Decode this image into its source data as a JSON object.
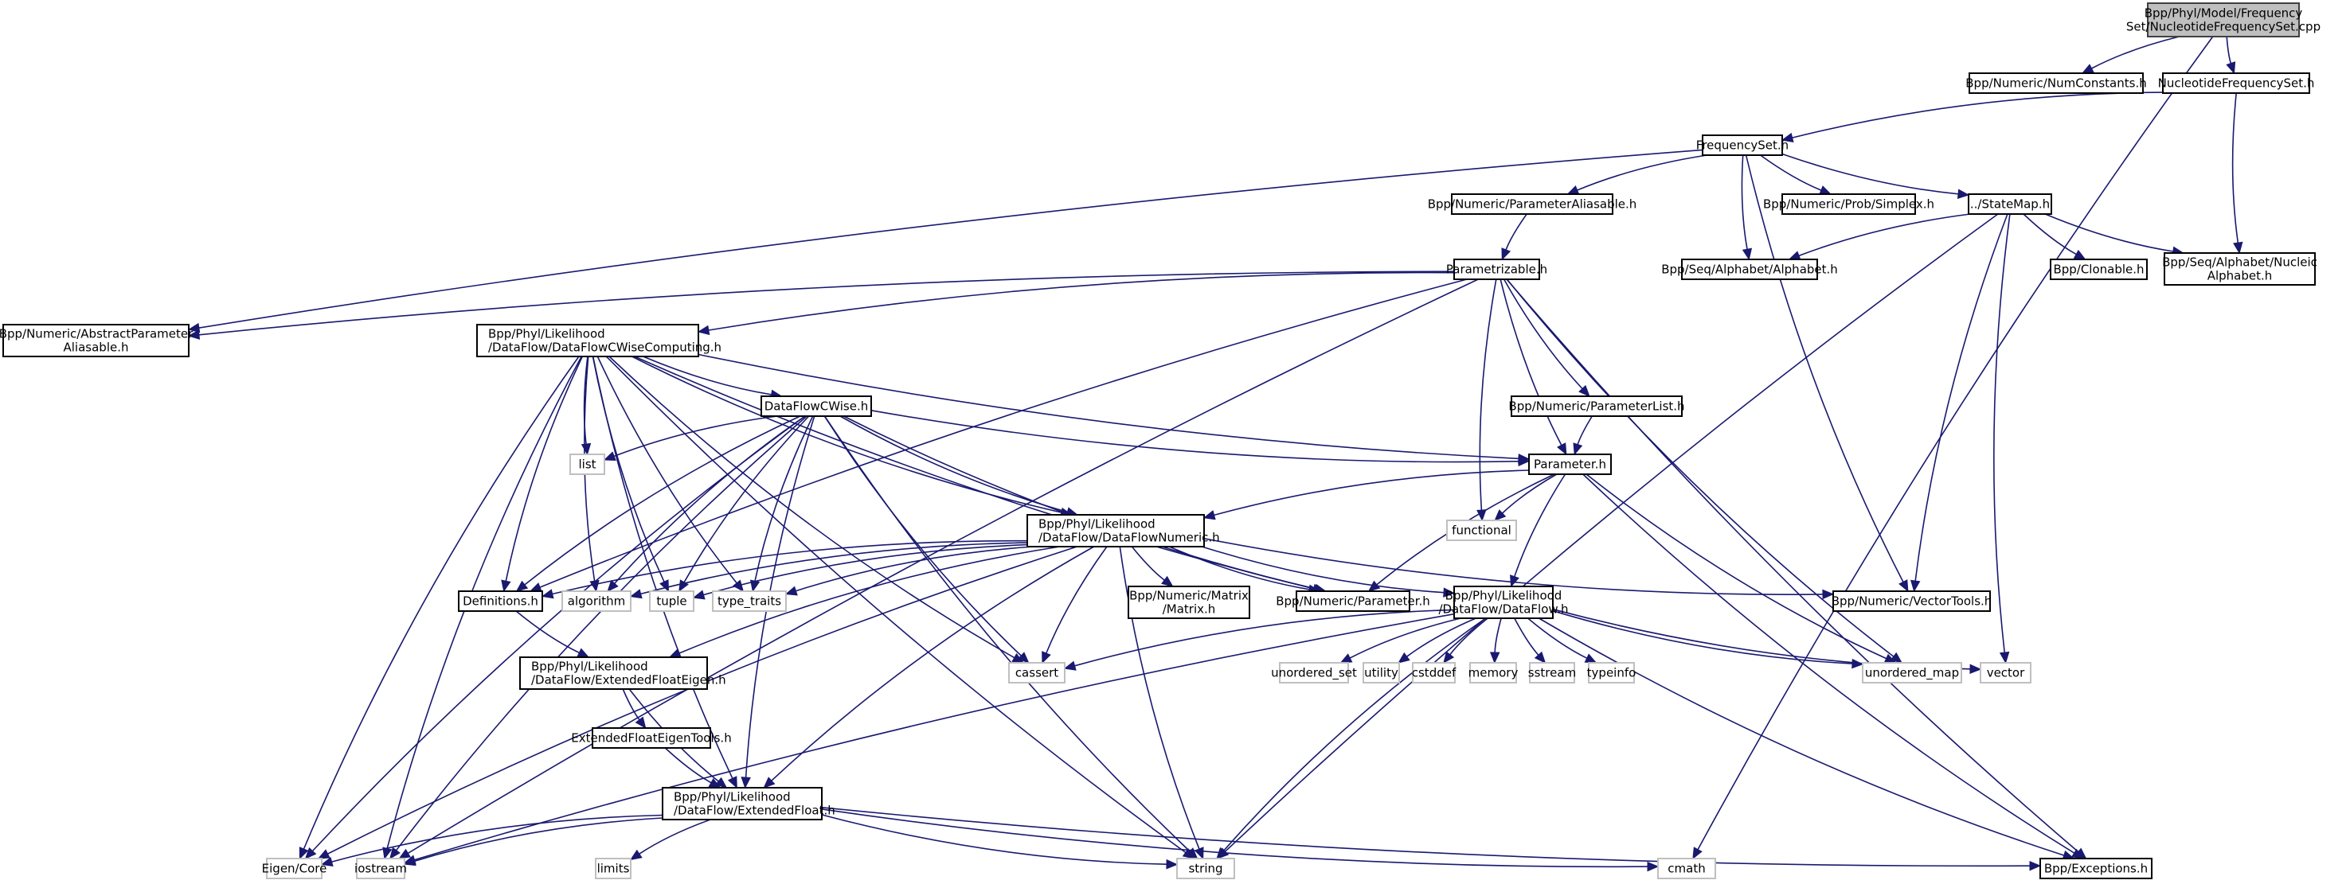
{
  "title": "Include dependency graph for NucleotideFrequencySet.cpp",
  "colors": {
    "edge": "#191970",
    "main_fill": "#bfbfbf",
    "node_border": "#000000",
    "system_border": "#bfbfbf"
  },
  "nodes": [
    {
      "id": "root",
      "kind": "main",
      "label": [
        "Bpp/Phyl/Model/Frequency",
        "Set/NucleotideFrequencySet.cpp"
      ]
    },
    {
      "id": "numconstants",
      "kind": "local",
      "label": [
        "Bpp/Numeric/NumConstants.h"
      ]
    },
    {
      "id": "nucfreqset",
      "kind": "local",
      "label": [
        "NucleotideFrequencySet.h"
      ]
    },
    {
      "id": "freqset",
      "kind": "local",
      "label": [
        "FrequencySet.h"
      ]
    },
    {
      "id": "paramaliasable",
      "kind": "local",
      "label": [
        "Bpp/Numeric/ParameterAliasable.h"
      ]
    },
    {
      "id": "simplex",
      "kind": "local",
      "label": [
        "Bpp/Numeric/Prob/Simplex.h"
      ]
    },
    {
      "id": "statemap",
      "kind": "local",
      "label": [
        "../StateMap.h"
      ]
    },
    {
      "id": "parametrizable",
      "kind": "local",
      "label": [
        "Parametrizable.h"
      ]
    },
    {
      "id": "alphabet",
      "kind": "local",
      "label": [
        "Bpp/Seq/Alphabet/Alphabet.h"
      ]
    },
    {
      "id": "clonable",
      "kind": "local",
      "label": [
        "Bpp/Clonable.h"
      ]
    },
    {
      "id": "nucalphabet",
      "kind": "local",
      "label": [
        "Bpp/Seq/Alphabet/Nucleic",
        "Alphabet.h"
      ]
    },
    {
      "id": "absparamaliasable",
      "kind": "local",
      "label": [
        "Bpp/Numeric/AbstractParameter",
        "Aliasable.h"
      ]
    },
    {
      "id": "dfcwisecomputing",
      "kind": "local",
      "label": [
        "Bpp/Phyl/Likelihood",
        "/DataFlow/DataFlowCWiseComputing.h"
      ]
    },
    {
      "id": "dfcwise",
      "kind": "local",
      "label": [
        "DataFlowCWise.h"
      ]
    },
    {
      "id": "list",
      "kind": "system",
      "label": [
        "list"
      ]
    },
    {
      "id": "paramlist",
      "kind": "local",
      "label": [
        "Bpp/Numeric/ParameterList.h"
      ]
    },
    {
      "id": "parameter",
      "kind": "local",
      "label": [
        "Parameter.h"
      ]
    },
    {
      "id": "functional",
      "kind": "system",
      "label": [
        "functional"
      ]
    },
    {
      "id": "dfnumeric",
      "kind": "local",
      "label": [
        "Bpp/Phyl/Likelihood",
        "/DataFlow/DataFlowNumeric.h"
      ]
    },
    {
      "id": "definitions",
      "kind": "local",
      "label": [
        "Definitions.h"
      ]
    },
    {
      "id": "algorithm",
      "kind": "system",
      "label": [
        "algorithm"
      ]
    },
    {
      "id": "tuple",
      "kind": "system",
      "label": [
        "tuple"
      ]
    },
    {
      "id": "typetraits",
      "kind": "system",
      "label": [
        "type_traits"
      ]
    },
    {
      "id": "matrix",
      "kind": "local",
      "label": [
        "Bpp/Numeric/Matrix",
        "/Matrix.h"
      ]
    },
    {
      "id": "numparameter",
      "kind": "local",
      "label": [
        "Bpp/Numeric/Parameter.h"
      ]
    },
    {
      "id": "dataflow",
      "kind": "local",
      "label": [
        "Bpp/Phyl/Likelihood",
        "/DataFlow/DataFlow.h"
      ]
    },
    {
      "id": "vectortools",
      "kind": "local",
      "label": [
        "Bpp/Numeric/VectorTools.h"
      ]
    },
    {
      "id": "cassert",
      "kind": "system",
      "label": [
        "cassert"
      ]
    },
    {
      "id": "unorderedset",
      "kind": "system",
      "label": [
        "unordered_set"
      ]
    },
    {
      "id": "utility",
      "kind": "system",
      "label": [
        "utility"
      ]
    },
    {
      "id": "cstddef",
      "kind": "system",
      "label": [
        "cstddef"
      ]
    },
    {
      "id": "memory",
      "kind": "system",
      "label": [
        "memory"
      ]
    },
    {
      "id": "sstream",
      "kind": "system",
      "label": [
        "sstream"
      ]
    },
    {
      "id": "typeinfo",
      "kind": "system",
      "label": [
        "typeinfo"
      ]
    },
    {
      "id": "unorderedmap",
      "kind": "system",
      "label": [
        "unordered_map"
      ]
    },
    {
      "id": "vector",
      "kind": "system",
      "label": [
        "vector"
      ]
    },
    {
      "id": "extfloateigen",
      "kind": "local",
      "label": [
        "Bpp/Phyl/Likelihood",
        "/DataFlow/ExtendedFloatEigen.h"
      ]
    },
    {
      "id": "extfloateigentools",
      "kind": "local",
      "label": [
        "ExtendedFloatEigenTools.h"
      ]
    },
    {
      "id": "extfloat",
      "kind": "local",
      "label": [
        "Bpp/Phyl/Likelihood",
        "/DataFlow/ExtendedFloat.h"
      ]
    },
    {
      "id": "eigencore",
      "kind": "system",
      "label": [
        "Eigen/Core"
      ]
    },
    {
      "id": "iostream",
      "kind": "system",
      "label": [
        "iostream"
      ]
    },
    {
      "id": "limits",
      "kind": "system",
      "label": [
        "limits"
      ]
    },
    {
      "id": "string",
      "kind": "system",
      "label": [
        "string"
      ]
    },
    {
      "id": "cmath",
      "kind": "system",
      "label": [
        "cmath"
      ]
    },
    {
      "id": "exceptions",
      "kind": "local",
      "label": [
        "Bpp/Exceptions.h"
      ]
    }
  ],
  "edges": [
    [
      "root",
      "numconstants"
    ],
    [
      "root",
      "nucfreqset"
    ],
    [
      "root",
      "cmath"
    ],
    [
      "nucfreqset",
      "freqset"
    ],
    [
      "nucfreqset",
      "nucalphabet"
    ],
    [
      "freqset",
      "paramaliasable"
    ],
    [
      "freqset",
      "simplex"
    ],
    [
      "freqset",
      "statemap"
    ],
    [
      "freqset",
      "alphabet"
    ],
    [
      "freqset",
      "absparamaliasable"
    ],
    [
      "freqset",
      "vectortools"
    ],
    [
      "paramaliasable",
      "parametrizable"
    ],
    [
      "statemap",
      "alphabet"
    ],
    [
      "statemap",
      "clonable"
    ],
    [
      "statemap",
      "nucalphabet"
    ],
    [
      "statemap",
      "vectortools"
    ],
    [
      "statemap",
      "vector"
    ],
    [
      "statemap",
      "string"
    ],
    [
      "parametrizable",
      "absparamaliasable"
    ],
    [
      "parametrizable",
      "dfcwisecomputing"
    ],
    [
      "parametrizable",
      "paramlist"
    ],
    [
      "parametrizable",
      "parameter"
    ],
    [
      "parametrizable",
      "functional"
    ],
    [
      "parametrizable",
      "definitions"
    ],
    [
      "parametrizable",
      "iostream"
    ],
    [
      "parametrizable",
      "unorderedmap"
    ],
    [
      "parametrizable",
      "exceptions"
    ],
    [
      "paramlist",
      "parameter"
    ],
    [
      "dfcwisecomputing",
      "dfcwise"
    ],
    [
      "dfcwisecomputing",
      "list"
    ],
    [
      "dfcwisecomputing",
      "dfnumeric"
    ],
    [
      "dfcwisecomputing",
      "definitions"
    ],
    [
      "dfcwisecomputing",
      "algorithm"
    ],
    [
      "dfcwisecomputing",
      "tuple"
    ],
    [
      "dfcwisecomputing",
      "typetraits"
    ],
    [
      "dfcwisecomputing",
      "cassert"
    ],
    [
      "dfcwisecomputing",
      "numparameter"
    ],
    [
      "dfcwisecomputing",
      "parameter"
    ],
    [
      "dfcwisecomputing",
      "string"
    ],
    [
      "dfcwisecomputing",
      "extfloat"
    ],
    [
      "dfcwisecomputing",
      "eigencore"
    ],
    [
      "dfcwisecomputing",
      "iostream"
    ],
    [
      "dfcwise",
      "list"
    ],
    [
      "dfcwise",
      "dfnumeric"
    ],
    [
      "dfcwise",
      "parameter"
    ],
    [
      "dfcwise",
      "definitions"
    ],
    [
      "dfcwise",
      "algorithm"
    ],
    [
      "dfcwise",
      "tuple"
    ],
    [
      "dfcwise",
      "typetraits"
    ],
    [
      "dfcwise",
      "cassert"
    ],
    [
      "dfcwise",
      "numparameter"
    ],
    [
      "dfcwise",
      "string"
    ],
    [
      "dfcwise",
      "extfloat"
    ],
    [
      "dfcwise",
      "eigencore"
    ],
    [
      "dfcwise",
      "iostream"
    ],
    [
      "parameter",
      "dfnumeric"
    ],
    [
      "parameter",
      "functional"
    ],
    [
      "parameter",
      "numparameter"
    ],
    [
      "parameter",
      "dataflow"
    ],
    [
      "parameter",
      "unorderedmap"
    ],
    [
      "parameter",
      "exceptions"
    ],
    [
      "dfnumeric",
      "definitions"
    ],
    [
      "dfnumeric",
      "algorithm"
    ],
    [
      "dfnumeric",
      "tuple"
    ],
    [
      "dfnumeric",
      "typetraits"
    ],
    [
      "dfnumeric",
      "matrix"
    ],
    [
      "dfnumeric",
      "numparameter"
    ],
    [
      "dfnumeric",
      "dataflow"
    ],
    [
      "dfnumeric",
      "vectortools"
    ],
    [
      "dfnumeric",
      "cassert"
    ],
    [
      "dfnumeric",
      "extfloateigen"
    ],
    [
      "dfnumeric",
      "extfloat"
    ],
    [
      "dfnumeric",
      "string"
    ],
    [
      "dfnumeric",
      "eigencore"
    ],
    [
      "definitions",
      "extfloateigen"
    ],
    [
      "dataflow",
      "cassert"
    ],
    [
      "dataflow",
      "unorderedset"
    ],
    [
      "dataflow",
      "utility"
    ],
    [
      "dataflow",
      "cstddef"
    ],
    [
      "dataflow",
      "memory"
    ],
    [
      "dataflow",
      "sstream"
    ],
    [
      "dataflow",
      "typeinfo"
    ],
    [
      "dataflow",
      "unorderedmap"
    ],
    [
      "dataflow",
      "vector"
    ],
    [
      "dataflow",
      "exceptions"
    ],
    [
      "dataflow",
      "string"
    ],
    [
      "dataflow",
      "iostream"
    ],
    [
      "extfloateigen",
      "extfloateigentools"
    ],
    [
      "extfloateigen",
      "extfloat"
    ],
    [
      "extfloateigentools",
      "extfloat"
    ],
    [
      "extfloat",
      "eigencore"
    ],
    [
      "extfloat",
      "iostream"
    ],
    [
      "extfloat",
      "limits"
    ],
    [
      "extfloat",
      "string"
    ],
    [
      "extfloat",
      "cmath"
    ],
    [
      "extfloat",
      "exceptions"
    ]
  ]
}
